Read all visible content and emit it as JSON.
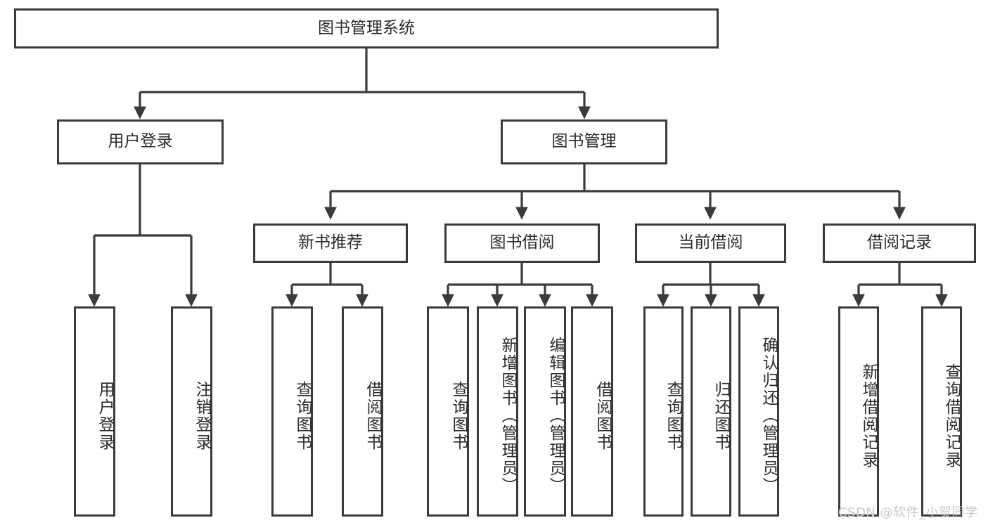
{
  "diagram": {
    "title": "图书管理系统",
    "type": "tree-hierarchy-chart",
    "root": {
      "label": "图书管理系统"
    },
    "level2": [
      {
        "label": "用户登录"
      },
      {
        "label": "图书管理"
      }
    ],
    "level3": [
      {
        "label": "新书推荐"
      },
      {
        "label": "图书借阅"
      },
      {
        "label": "当前借阅"
      },
      {
        "label": "借阅记录"
      }
    ],
    "leaves": {
      "user_login": [
        {
          "label": "用户登录"
        },
        {
          "label": "注销登录"
        }
      ],
      "new_book_recommend": [
        {
          "label": "查询图书"
        },
        {
          "label": "借阅图书"
        }
      ],
      "book_borrow": [
        {
          "label": "查询图书"
        },
        {
          "label": "新增图书（管理员）"
        },
        {
          "label": "编辑图书（管理员）"
        },
        {
          "label": "借阅图书"
        }
      ],
      "current_borrow": [
        {
          "label": "查询图书"
        },
        {
          "label": "归还图书"
        },
        {
          "label": "确认归还（管理员）"
        }
      ],
      "borrow_record": [
        {
          "label": "新增借阅记录"
        },
        {
          "label": "查询借阅记录"
        }
      ]
    }
  },
  "watermark": {
    "text": "CSDN @软件_小贺同学"
  },
  "colors": {
    "stroke": "#3b3b3b",
    "fill": "#ffffff",
    "text": "#2b2b2b",
    "watermark": "#c9c9c9"
  }
}
